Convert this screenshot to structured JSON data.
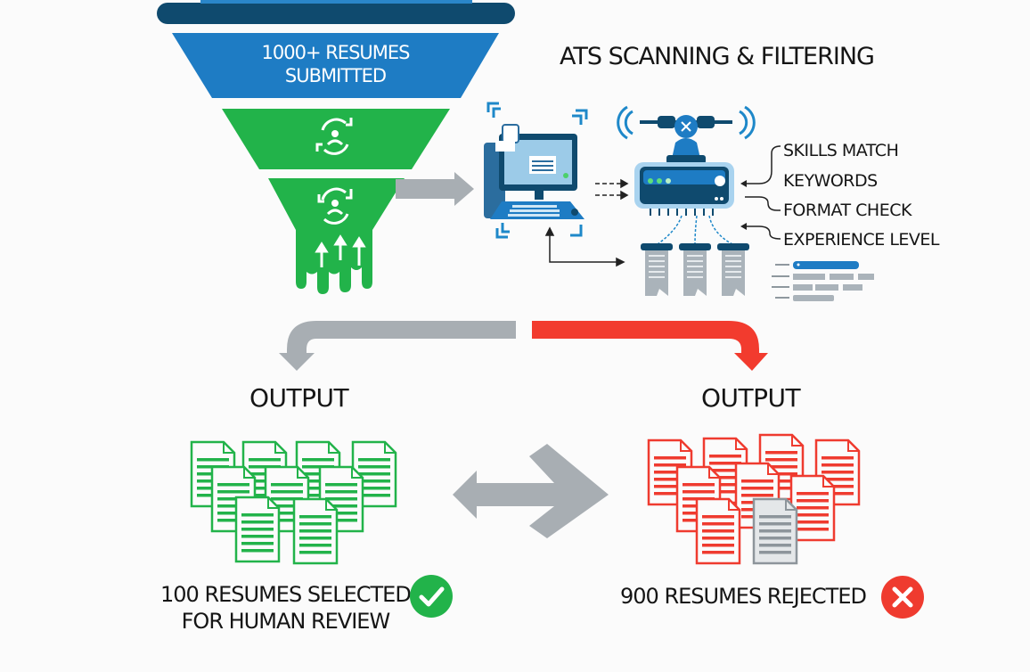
{
  "funnel": {
    "top_label_line1": "1000+ RESUMES",
    "top_label_line2": "SUBMITTED",
    "colors": {
      "rim": "#0f4a6e",
      "blue": "#1e7cc4",
      "green": "#22b34a"
    }
  },
  "ats": {
    "title": "ATS SCANNING & FILTERING",
    "criteria": [
      "SKILLS MATCH",
      "KEYWORDS",
      "FORMAT CHECK",
      "EXPERIENCE LEVEL"
    ]
  },
  "outputs": {
    "selected": {
      "heading": "OUTPUT",
      "label_line1": "100 RESUMES SELECTED",
      "label_line2": "FOR HUMAN REVIEW",
      "status_icon": "check-icon",
      "color": "#22b34a"
    },
    "rejected": {
      "heading": "OUTPUT",
      "label": "900 RESUMES REJECTED",
      "status_icon": "x-icon",
      "color": "#ef3b2f"
    }
  },
  "colors": {
    "gray_arrow": "#a8aeb3",
    "red_arrow": "#f23b2e"
  }
}
